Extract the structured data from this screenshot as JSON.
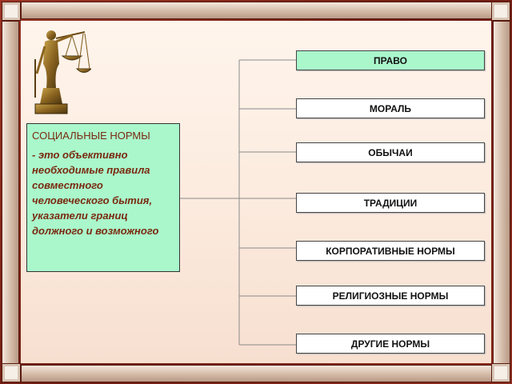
{
  "definition": {
    "title": "СОЦИАЛЬНЫЕ НОРМЫ",
    "text": "- это объективно необходимые правила совместного человеческого бытия, указатели границ должного и возможного"
  },
  "nodes": [
    {
      "label": "ПРАВО",
      "highlight": true
    },
    {
      "label": "МОРАЛЬ",
      "highlight": false
    },
    {
      "label": "ОБЫЧАИ",
      "highlight": false
    },
    {
      "label": "ТРАДИЦИИ",
      "highlight": false
    },
    {
      "label": "КОРПОРАТИВНЫЕ НОРМЫ",
      "highlight": false
    },
    {
      "label": "РЕЛИГИОЗНЫЕ НОРМЫ",
      "highlight": false
    },
    {
      "label": "ДРУГИЕ НОРМЫ",
      "highlight": false
    }
  ],
  "colors": {
    "accent_fill": "#aaf7cc",
    "text_brown": "#7a2a10",
    "frame": "#7a2418",
    "background": "#fbe9dc"
  },
  "icons": {
    "statue": "themis-statue-icon"
  }
}
